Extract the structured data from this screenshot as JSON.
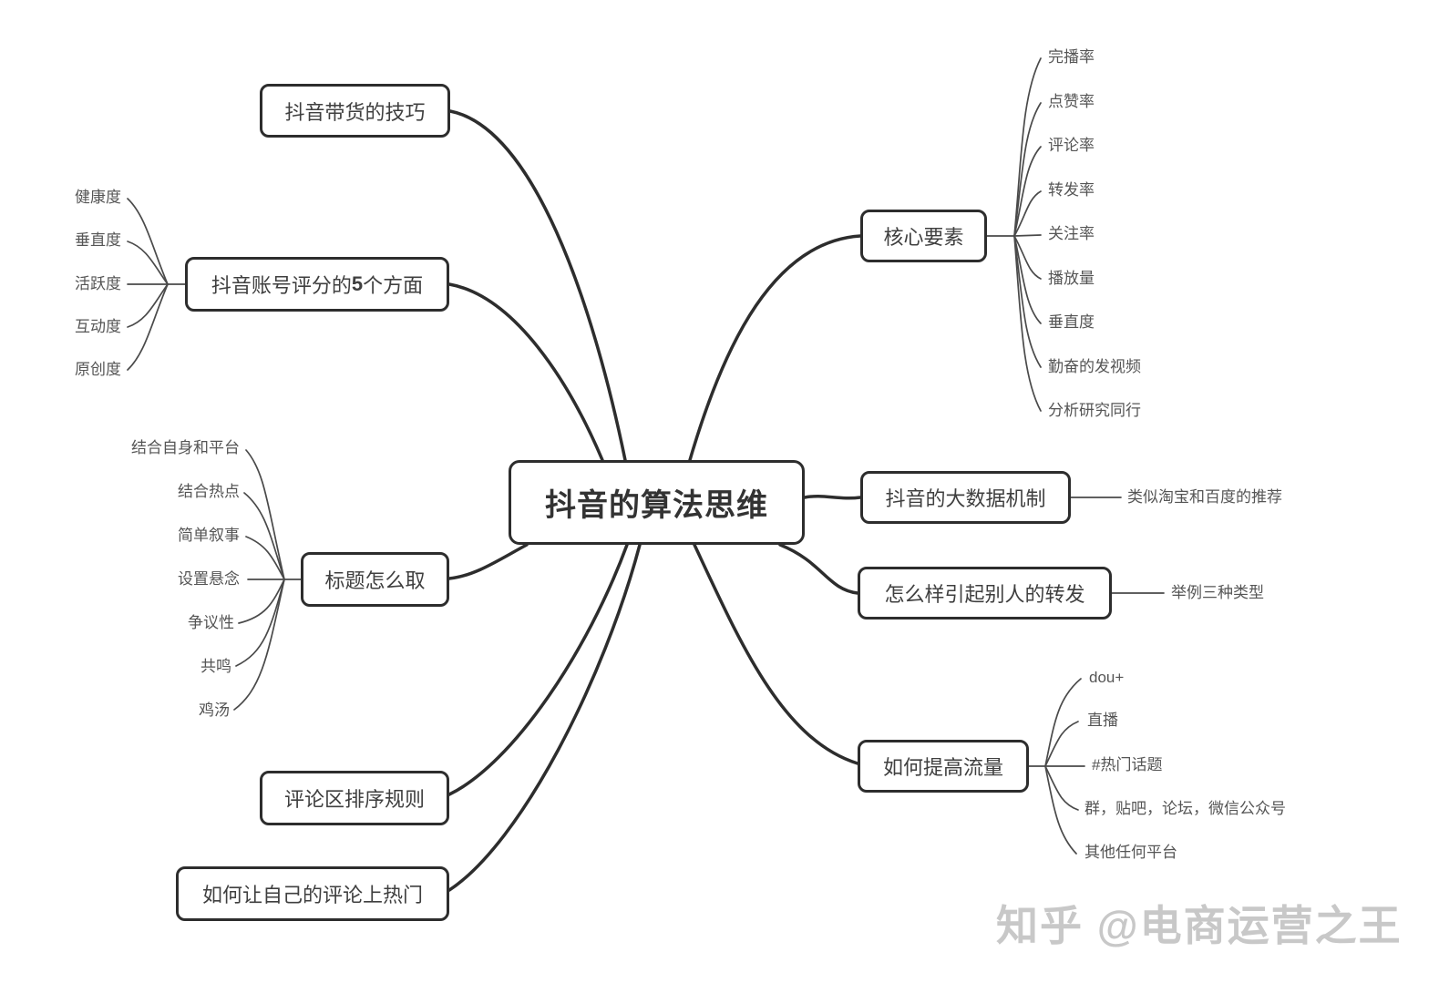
{
  "root": {
    "label": "抖音的算法思维"
  },
  "left_branches": [
    {
      "label": "抖音带货的技巧"
    },
    {
      "label_prefix": "抖音账号评分的",
      "label_bold": "5",
      "label_suffix": "个方面",
      "children": [
        "健康度",
        "垂直度",
        "活跃度",
        "互动度",
        "原创度"
      ]
    },
    {
      "label": "标题怎么取",
      "children": [
        "结合自身和平台",
        "结合热点",
        "简单叙事",
        "设置悬念",
        "争议性",
        "共鸣",
        "鸡汤"
      ]
    },
    {
      "label": "评论区排序规则"
    },
    {
      "label": "如何让自己的评论上热门"
    }
  ],
  "right_branches": [
    {
      "label": "核心要素",
      "children": [
        "完播率",
        "点赞率",
        "评论率",
        "转发率",
        "关注率",
        "播放量",
        "垂直度",
        "勤奋的发视频",
        "分析研究同行"
      ]
    },
    {
      "label": "抖音的大数据机制",
      "children": [
        "类似淘宝和百度的推荐"
      ]
    },
    {
      "label": "怎么样引起别人的转发",
      "children": [
        "举例三种类型"
      ]
    },
    {
      "label": "如何提高流量",
      "children": [
        "dou+",
        "直播",
        "#热门话题",
        "群，贴吧，论坛，微信公众号",
        "其他任何平台"
      ]
    }
  ],
  "watermark": "知乎 @电商运营之王",
  "colors": {
    "background": "#ffffff",
    "line": "#2d2d2d",
    "box_border": "#2d2d2d",
    "box_text": "#3f3f3f",
    "leaf_text": "#555555",
    "watermark": "#c8c8c8"
  }
}
